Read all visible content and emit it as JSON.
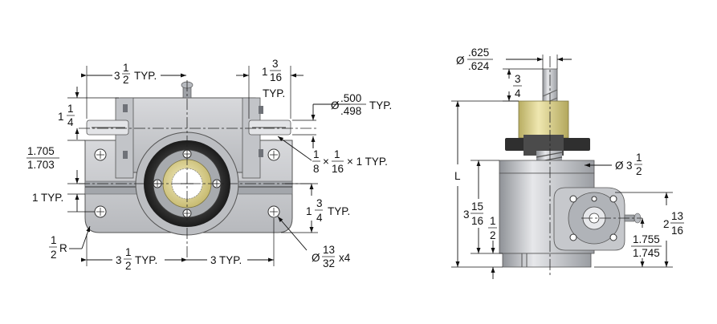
{
  "front_view": {
    "dims": {
      "typ_3_5_whole": "3",
      "typ_3_5_num": "1",
      "typ_3_5_den": "2",
      "typ_3_5_suffix": "TYP.",
      "typ_1_3_16_whole": "1",
      "typ_1_3_16_num": "3",
      "typ_1_3_16_den": "16",
      "typ_1_3_16_suffix": "TYP.",
      "dia_500_num": ".500",
      "dia_500_den": ".498",
      "dia_500_suffix": "TYP.",
      "h_1_1_4_whole": "1",
      "h_1_1_4_num": "1",
      "h_1_1_4_den": "4",
      "h_1705_num": "1.705",
      "h_1705_den": "1.703",
      "key_a_num": "1",
      "key_a_den": "8",
      "key_b_num": "1",
      "key_b_den": "16",
      "key_c": "× 1 TYP.",
      "one_typ": "1 TYP.",
      "h_1_3_4_whole": "1",
      "h_1_3_4_num": "3",
      "h_1_3_4_den": "4",
      "h_1_3_4_suffix": "TYP.",
      "r_num": "1",
      "r_den": "2",
      "r_suffix": "R",
      "b_3_5_whole": "3",
      "b_3_5_num": "1",
      "b_3_5_den": "2",
      "b_3_5_suffix": "TYP.",
      "b_3_typ": "3 TYP.",
      "hole_num": "13",
      "hole_den": "32",
      "hole_suffix": "x4"
    }
  },
  "side_view": {
    "dims": {
      "shaft_num": ".625",
      "shaft_den": ".624",
      "shaft_len_num": "3",
      "shaft_len_den": "4",
      "L": "L",
      "dia_3_5_whole": "3",
      "dia_3_5_num": "1",
      "dia_3_5_den": "2",
      "h_3_15_16_whole": "3",
      "h_3_15_16_num": "15",
      "h_3_15_16_den": "16",
      "h_half_num": "1",
      "h_half_den": "2",
      "h_2_13_16_whole": "2",
      "h_2_13_16_num": "13",
      "h_2_13_16_den": "16",
      "h_1755_num": "1.755",
      "h_1755_den": "1.745"
    }
  },
  "symbols": {
    "diameter": "Ø",
    "times": "×"
  },
  "colors": {
    "body_light": "#cfd0d4",
    "body_mid": "#a9abb0",
    "body_dark": "#7c7f86",
    "brass": "#d9cf8c",
    "black_ring": "#2a2a2a"
  }
}
